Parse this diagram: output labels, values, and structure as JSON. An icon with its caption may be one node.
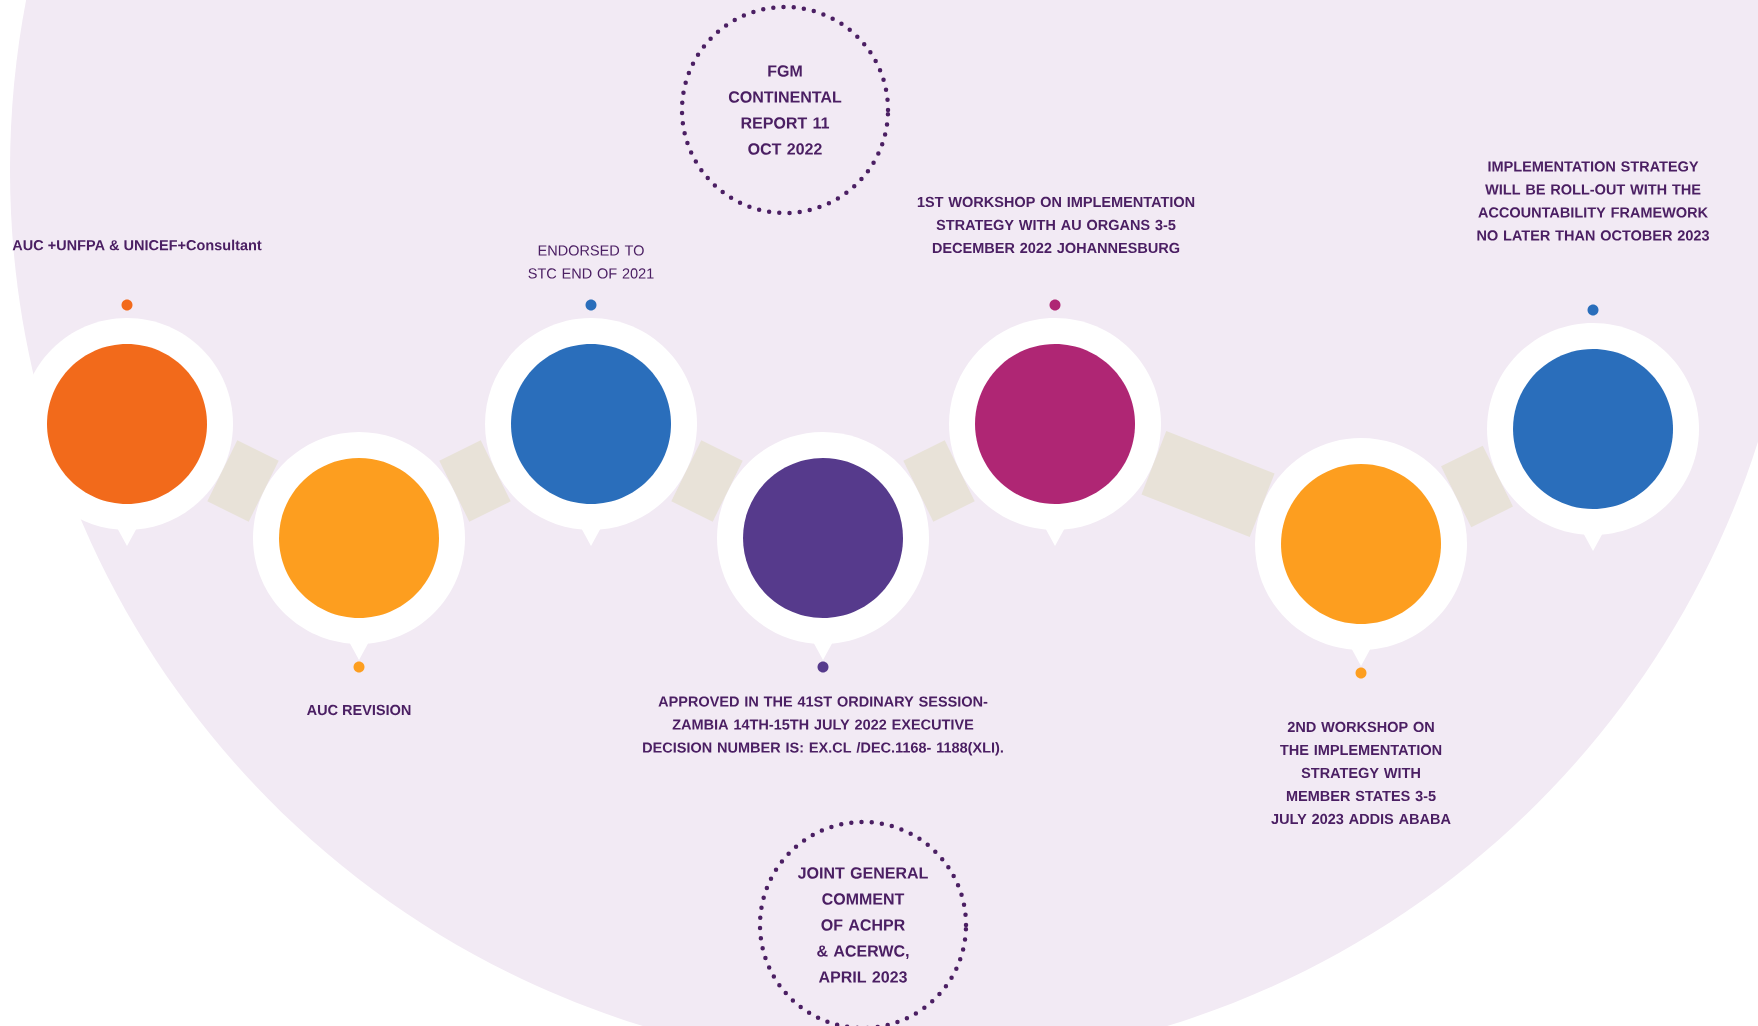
{
  "diagram": {
    "nodes": [
      {
        "text": [
          "FGM CONTINENTAL REPORT 11 OCT 2022"
        ]
      },
      {
        "text": [],
        "shape": "circle"
      },
      {
        "text": [],
        "shape": "circle"
      },
      {
        "text": [],
        "shape": "circle"
      },
      {
        "text": [],
        "shape": "circle"
      },
      {
        "text": [],
        "shape": "circle"
      },
      {
        "text": [],
        "shape": "circle"
      },
      {
        "text": [],
        "shape": "circle"
      },
      {
        "text": [
          "JOINT GENERAL COMMENT OF ACHPR & ACERWC, APRIL 2023"
        ]
      }
    ],
    "edges": [
      {
        "from": 1,
        "to": 2,
        "arrow": "none"
      },
      {
        "from": 2,
        "to": 3,
        "arrow": "none"
      },
      {
        "from": 3,
        "to": 4,
        "arrow": "none"
      },
      {
        "from": 4,
        "to": 5,
        "arrow": "none"
      },
      {
        "from": 5,
        "to": 6,
        "arrow": "none"
      },
      {
        "from": 6,
        "to": 7,
        "arrow": "none"
      }
    ],
    "labels": [
      "AUC +UNFPA & UNICEF+Consultant",
      "AUC REVISION",
      "ENDORSED TO STC END OF 2021",
      "APPROVED IN THE 41ST ORDINARY SESSION- ZAMBIA 14TH-15TH JULY 2022 EXECUTIVE DECISION NUMBER IS: EX.CL /DEC.1168- 1188(XLI).",
      "1ST WORKSHOP ON IMPLEMENTATION STRATEGY WITH AU ORGANS 3-5 DECEMBER 2022 JOHANNESBURG",
      "2ND WORKSHOP ON THE IMPLEMENTATION STRATEGY WITH MEMBER STATES 3-5 JULY 2023 ADDIS ABABA",
      "IMPLEMENTATION STRATEGY WILL BE ROLL-OUT WITH THE ACCOUNTABILITY FRAMEWORK NO LATER THAN OCTOBER 2023"
    ]
  }
}
